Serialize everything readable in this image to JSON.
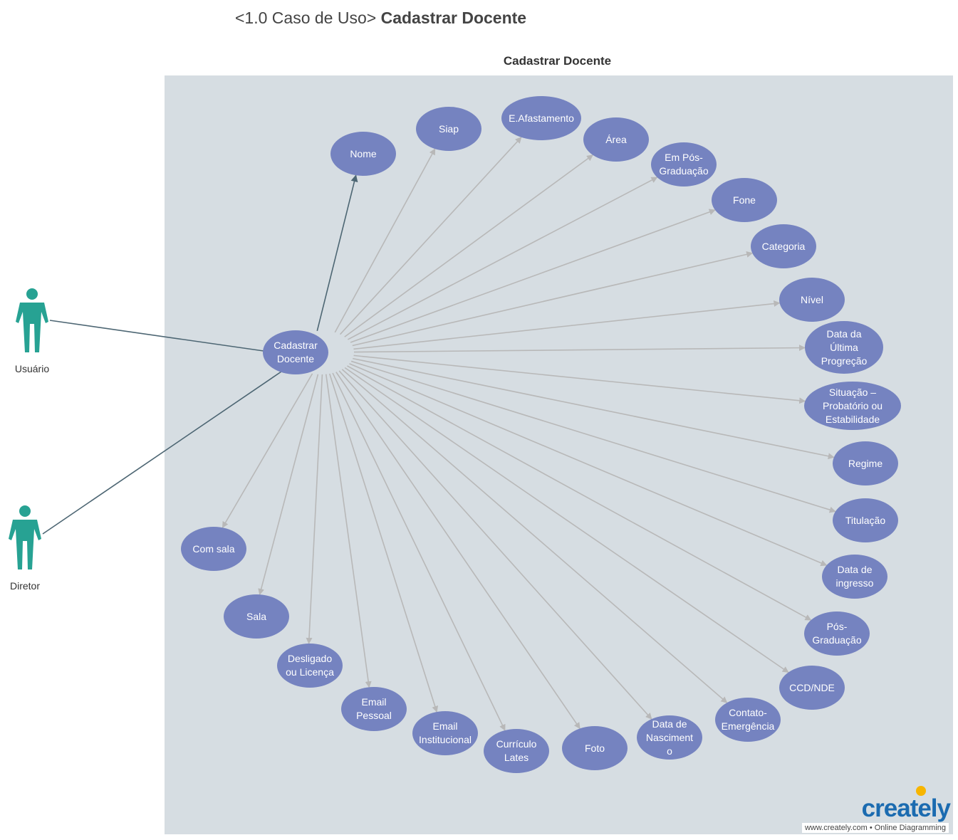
{
  "header": {
    "prefix": "<1.0 Caso de Uso>",
    "title": "Cadastrar Docente"
  },
  "boundary_title": "Cadastrar Docente",
  "colors": {
    "use_case_fill": "#7583c0",
    "boundary_fill": "#d6dde2",
    "actor_fill": "#27a293",
    "association_line": "#4d6673",
    "include_arrow": "#b8b8b8"
  },
  "actors": [
    {
      "id": "usuario",
      "name": "Usuário"
    },
    {
      "id": "diretor",
      "name": "Diretor"
    }
  ],
  "central_use_case": {
    "id": "cadastrar-docente",
    "label": "Cadastrar\nDocente"
  },
  "use_cases": [
    {
      "id": "nome",
      "label": "Nome"
    },
    {
      "id": "siap",
      "label": "Siap"
    },
    {
      "id": "e-afastamento",
      "label": "E.Afastamento"
    },
    {
      "id": "area",
      "label": "Área"
    },
    {
      "id": "em-pos-graduacao",
      "label": "Em Pós-\nGraduação"
    },
    {
      "id": "fone",
      "label": "Fone"
    },
    {
      "id": "categoria",
      "label": "Categoria"
    },
    {
      "id": "nivel",
      "label": "Nível"
    },
    {
      "id": "data-ultima-progrecao",
      "label": "Data da\nÚltima\nProgreção"
    },
    {
      "id": "situacao",
      "label": "Situação –\nProbatório ou\nEstabilidade"
    },
    {
      "id": "regime",
      "label": "Regime"
    },
    {
      "id": "titulacao",
      "label": "Titulação"
    },
    {
      "id": "data-de-ingresso",
      "label": "Data de\ningresso"
    },
    {
      "id": "pos-graduacao",
      "label": "Pós-\nGraduação"
    },
    {
      "id": "ccd-nde",
      "label": "CCD/NDE"
    },
    {
      "id": "contato-emergencia",
      "label": "Contato-\nEmergência"
    },
    {
      "id": "data-de-nascimento",
      "label": "Data de\nNasciment\no"
    },
    {
      "id": "foto",
      "label": "Foto"
    },
    {
      "id": "curriculo-lates",
      "label": "Currículo\nLates"
    },
    {
      "id": "email-institucional",
      "label": "Email\nInstitucional"
    },
    {
      "id": "email-pessoal",
      "label": "Email\nPessoal"
    },
    {
      "id": "desligado-ou-licenca",
      "label": "Desligado\nou Licença"
    },
    {
      "id": "sala",
      "label": "Sala"
    },
    {
      "id": "com-sala",
      "label": "Com sala"
    }
  ],
  "logo": {
    "word": "creately",
    "url": "www.creately.com • Online Diagramming"
  }
}
